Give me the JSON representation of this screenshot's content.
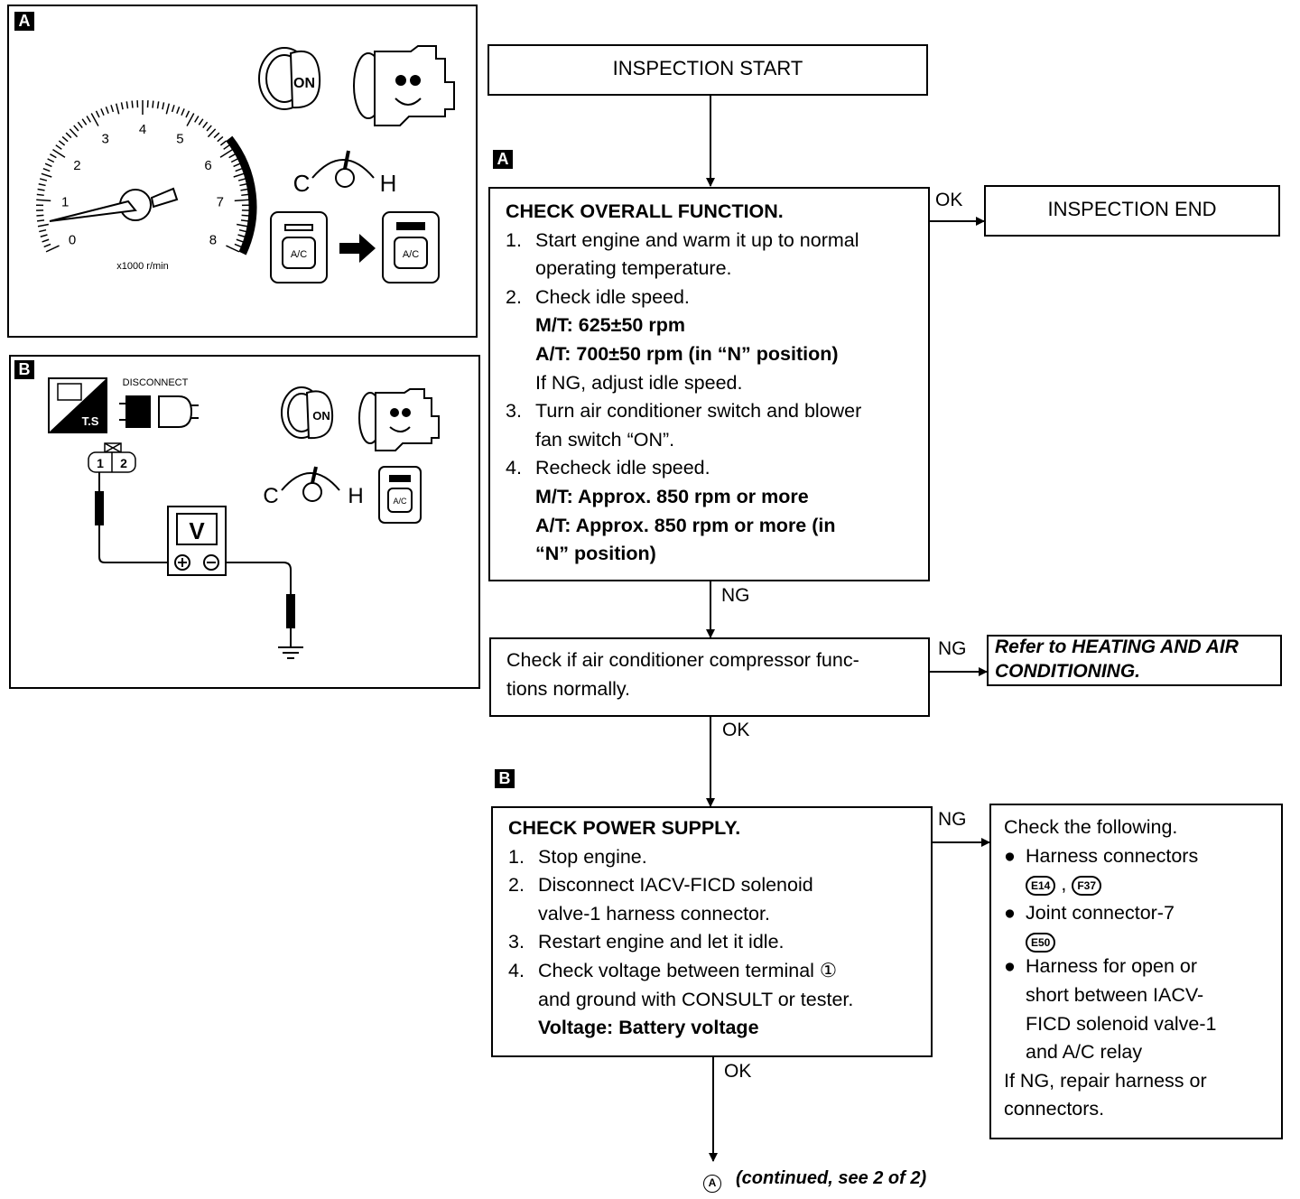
{
  "panel_a": {
    "tag": "A",
    "gauge_ticks": [
      "0",
      "1",
      "2",
      "3",
      "4",
      "5",
      "6",
      "7",
      "8"
    ],
    "gauge_unit": "x1000 r/min",
    "key_label": "ON",
    "temp_cold": "C",
    "temp_hot": "H",
    "ac_label": "A/C"
  },
  "panel_b": {
    "tag": "B",
    "ts_label": "T.S",
    "disconnect_label": "DISCONNECT",
    "terminal_1": "1",
    "terminal_2": "2",
    "meter_label": "V",
    "key_label": "ON",
    "temp_cold": "C",
    "temp_hot": "H",
    "ac_label": "A/C"
  },
  "flow": {
    "start": "INSPECTION START",
    "end": "INSPECTION END",
    "tag_a": "A",
    "tag_b": "B",
    "step1": {
      "title": "CHECK OVERALL FUNCTION.",
      "items": [
        {
          "num": "1.",
          "lines": [
            "Start engine and warm it up to normal",
            "operating temperature."
          ]
        },
        {
          "num": "2.",
          "lines": [
            "Check idle speed."
          ]
        },
        {
          "num": "",
          "bold": "M/T: 625±50 rpm"
        },
        {
          "num": "",
          "bold": "A/T: 700±50 rpm (in “N” position)"
        },
        {
          "num": "",
          "lines": [
            "If NG, adjust idle speed."
          ]
        },
        {
          "num": "3.",
          "lines": [
            "Turn air conditioner switch and blower",
            "fan switch “ON”."
          ]
        },
        {
          "num": "4.",
          "lines": [
            "Recheck idle speed."
          ]
        },
        {
          "num": "",
          "bold": "M/T: Approx. 850 rpm or more"
        },
        {
          "num": "",
          "bold": "A/T: Approx. 850 rpm or more (in"
        },
        {
          "num": "",
          "bold": "“N” position)"
        }
      ]
    },
    "step2": {
      "lines": [
        "Check if air conditioner compressor func-",
        "tions normally."
      ]
    },
    "refer": {
      "lines": [
        "Refer to HEATING AND AIR",
        "CONDITIONING."
      ]
    },
    "step3": {
      "title": "CHECK POWER SUPPLY.",
      "items": [
        {
          "num": "1.",
          "lines": [
            "Stop engine."
          ]
        },
        {
          "num": "2.",
          "lines": [
            "Disconnect IACV-FICD solenoid",
            "valve-1 harness connector."
          ]
        },
        {
          "num": "3.",
          "lines": [
            "Restart engine and let it idle."
          ]
        },
        {
          "num": "4.",
          "lines": [
            "Check voltage between terminal ①",
            "and ground with CONSULT or tester."
          ]
        },
        {
          "num": "",
          "bold": "Voltage: Battery voltage"
        }
      ]
    },
    "check_following": {
      "title": "Check the following.",
      "b1": "Harness connectors",
      "c_e14": "E14",
      "c_sep": ",",
      "c_f37": "F37",
      "b2": "Joint connector-7",
      "c_e50": "E50",
      "b3_lines": [
        "Harness for open or",
        "short between IACV-",
        "FICD solenoid valve-1",
        "and A/C relay"
      ],
      "tail": [
        "If NG, repair harness or",
        "connectors."
      ]
    },
    "labels": {
      "ok1": "OK",
      "ng1": "NG",
      "ng2": "NG",
      "ok2": "OK",
      "ng3": "NG",
      "ok3": "OK"
    },
    "continued_marker": "A",
    "continued": "(continued, see 2 of 2)"
  }
}
